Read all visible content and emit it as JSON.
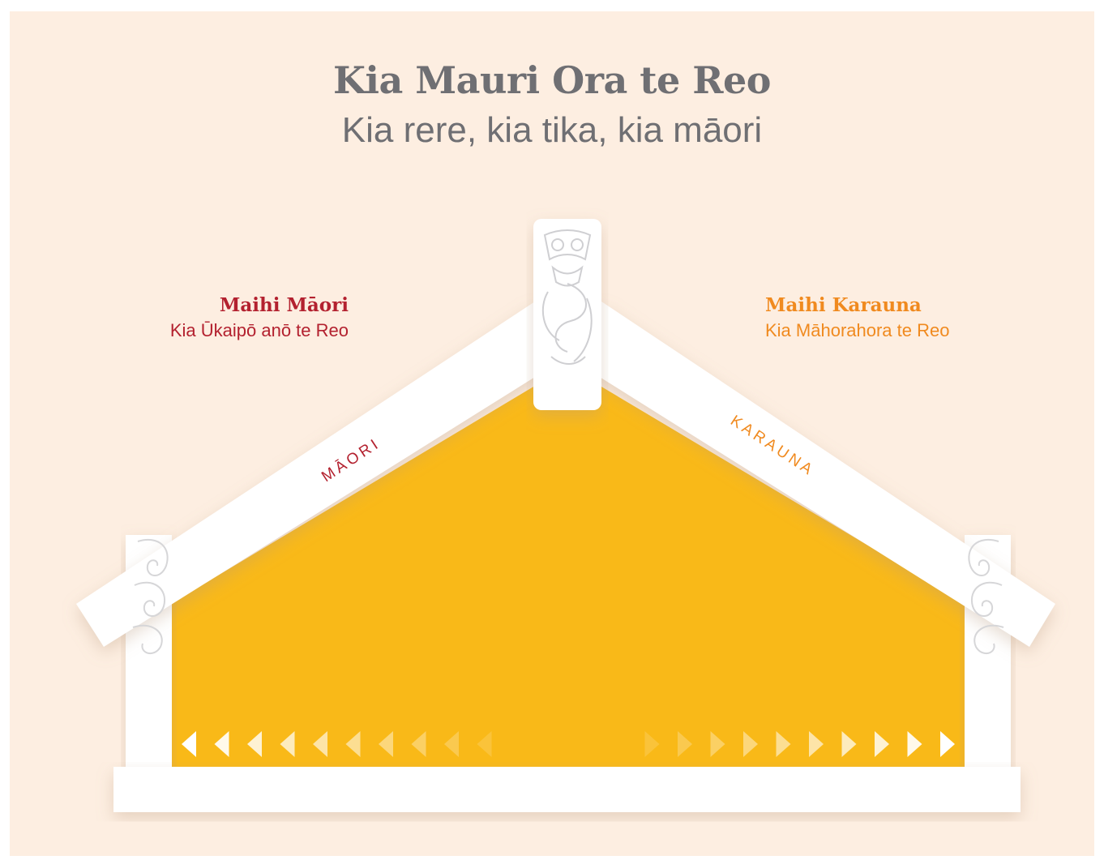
{
  "title": "Kia Mauri Ora te Reo",
  "subtitle": "Kia rere, kia tika, kia māori",
  "maihi_maori": {
    "heading": "Maihi Māori",
    "subheading": "Kia Ūkaipō anō te Reo",
    "roof_label": "MĀORI"
  },
  "maihi_karauna": {
    "heading": "Maihi Karauna",
    "subheading": "Kia Māhorahora te Reo",
    "roof_label": "KARAUNA"
  },
  "colors": {
    "background": "#fdeee1",
    "interior": "#f9b918",
    "maori": "#b3212f",
    "karauna": "#f08a1f",
    "text_grey": "#6f6f73"
  },
  "icons": {
    "tekoteko": "tekoteko-carving-icon",
    "koru_left": "koru-carving-icon",
    "koru_right": "koru-carving-icon",
    "arrows_left": "chevron-left-icon",
    "arrows_right": "chevron-right-icon"
  }
}
